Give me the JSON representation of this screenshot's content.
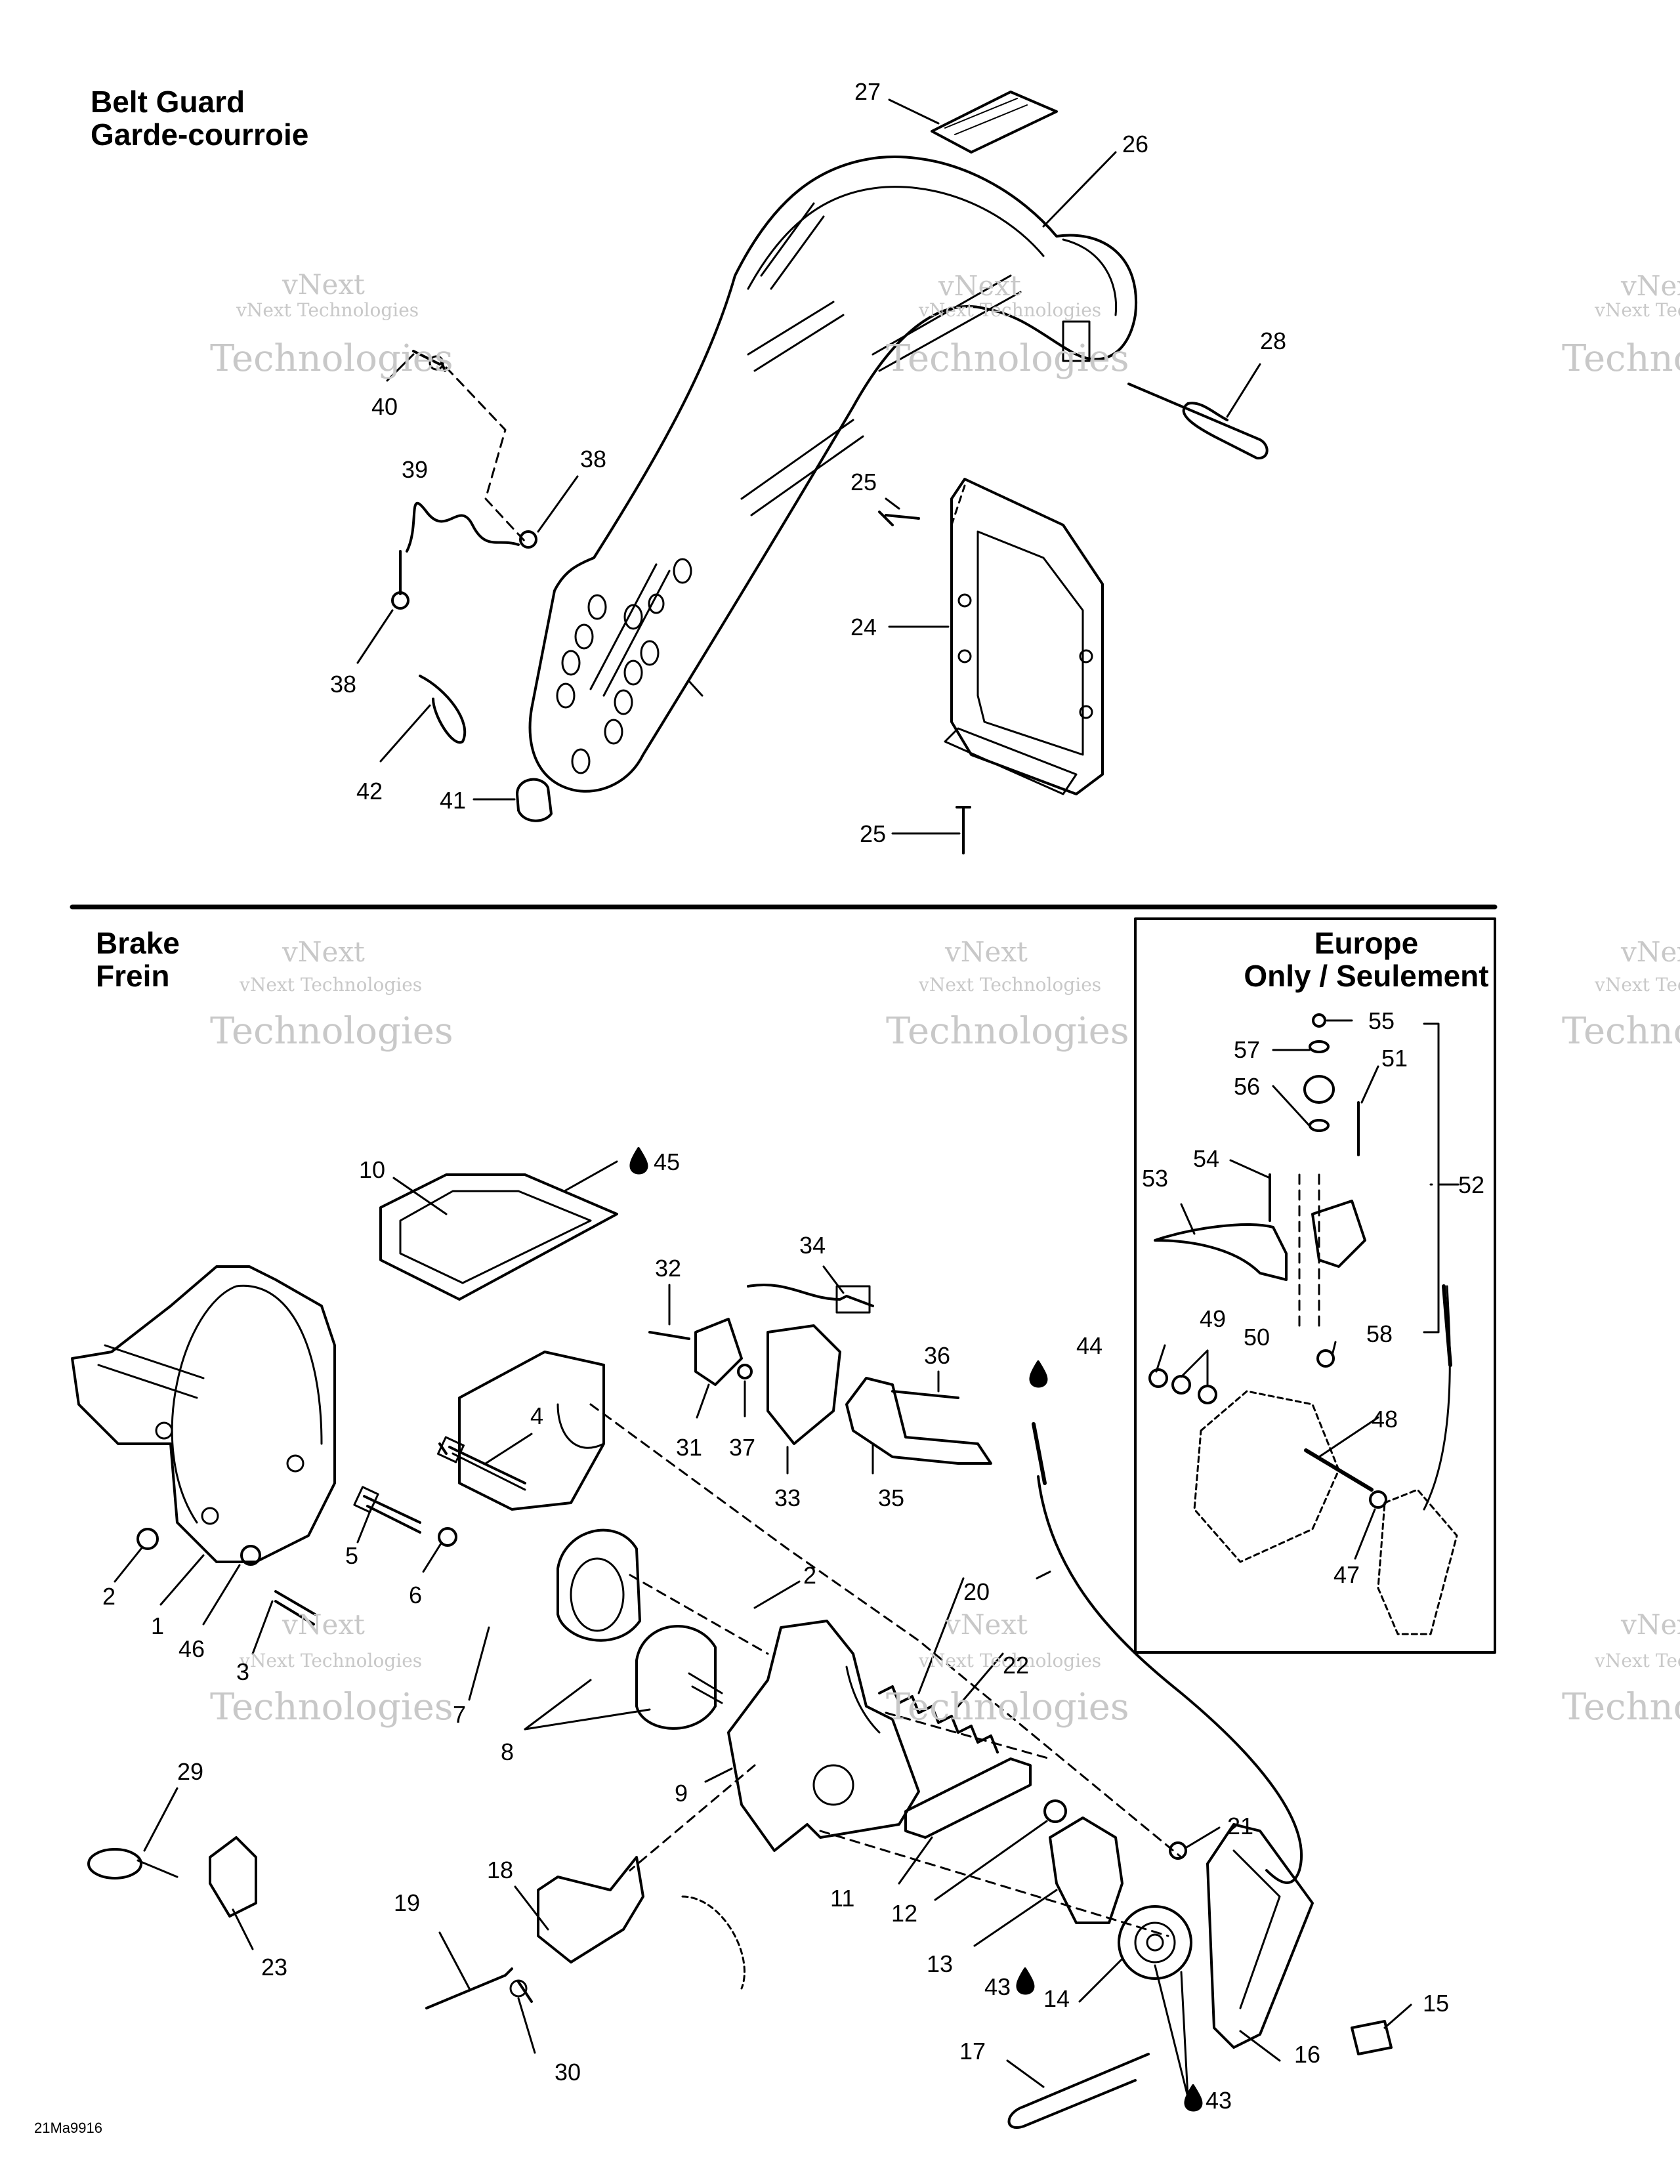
{
  "sections": {
    "belt_guard": {
      "title_en": "Belt Guard",
      "title_fr": "Garde-courroie"
    },
    "brake": {
      "title_en": "Brake",
      "title_fr": "Frein"
    },
    "europe": {
      "title_line1": "Europe",
      "title_line2": "Only / Seulement"
    }
  },
  "watermark": {
    "line1": "vNext",
    "line2": "vNext Technologies",
    "line3": "Technologies"
  },
  "drawing_code": "21Ma9916",
  "callouts": {
    "c27": "27",
    "c26": "26",
    "c28": "28",
    "c40": "40",
    "c39": "39",
    "c38a": "38",
    "c38b": "38",
    "c25a": "25",
    "c24": "24",
    "c25b": "25",
    "c42": "42",
    "c41": "41",
    "c10": "10",
    "c45": "45",
    "c34": "34",
    "c32": "32",
    "c36": "36",
    "c31": "31",
    "c37": "37",
    "c33": "33",
    "c35": "35",
    "c44": "44",
    "c4": "4",
    "c5": "5",
    "c6": "6",
    "c2a": "2",
    "c1": "1",
    "c46": "46",
    "c3": "3",
    "c7": "7",
    "c2b": "2",
    "c20": "20",
    "c8": "8",
    "c9": "9",
    "c22": "22",
    "c29": "29",
    "c23": "23",
    "c18": "18",
    "c19": "19",
    "c30": "30",
    "c11": "11",
    "c12": "12",
    "c13": "13",
    "c21": "21",
    "c43a": "43",
    "c14": "14",
    "c17": "17",
    "c43b": "43",
    "c16": "16",
    "c15": "15",
    "c55": "55",
    "c57": "57",
    "c51": "51",
    "c56": "56",
    "c54": "54",
    "c53": "53",
    "c52": "52",
    "c49": "49",
    "c50": "50",
    "c58": "58",
    "c48": "48",
    "c47": "47"
  }
}
